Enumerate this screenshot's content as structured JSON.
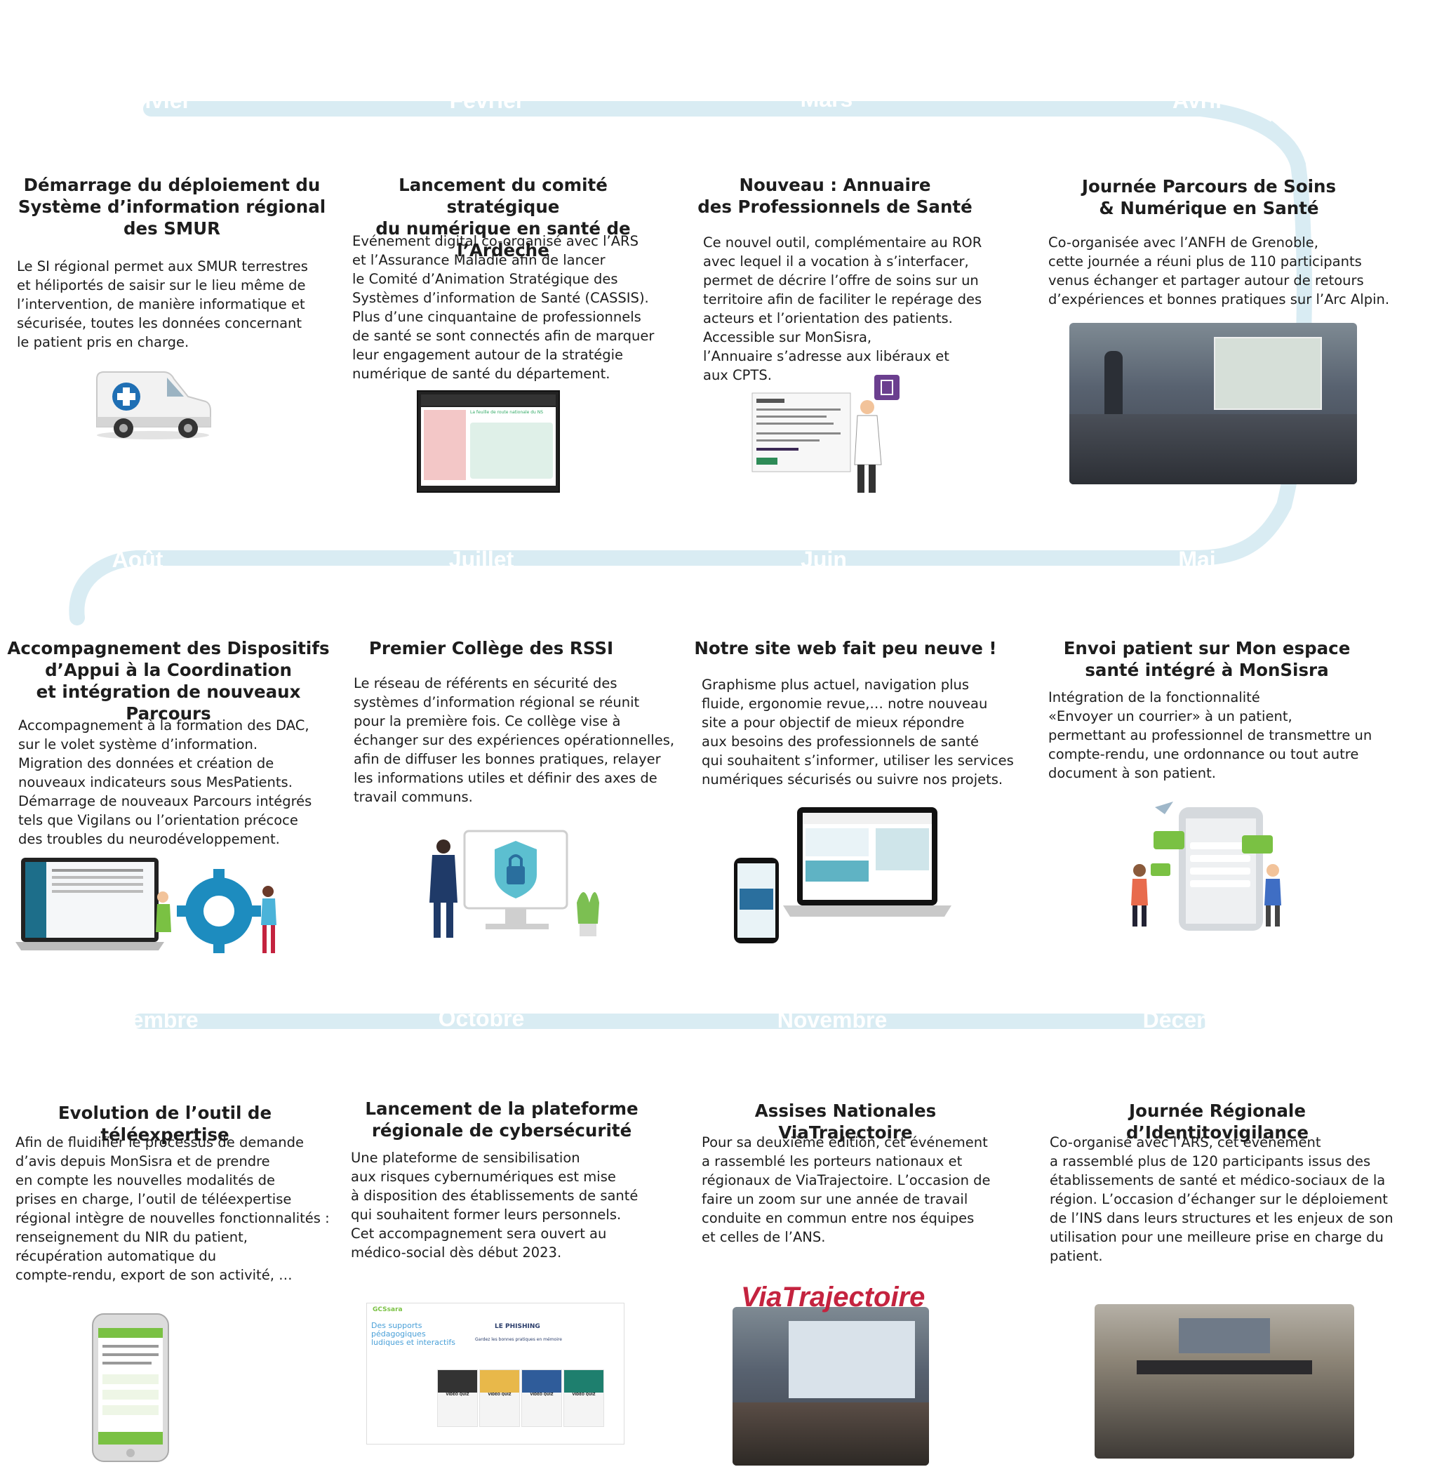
{
  "colors": {
    "green": "#95c13d",
    "teal": "#5cbfd0",
    "purple": "#3b2854",
    "blue": "#0f98c9",
    "track": "#d9ecf3"
  },
  "events": [
    {
      "month": "Janvier",
      "color": "green",
      "title": "Démarrage du déploiement du\nSystème d’information régional\ndes SMUR",
      "text": "Le SI régional permet aux SMUR terrestres\net héliportés de saisir sur le lieu même de\nl’intervention, de manière informatique et\nsécurisée, toutes les données concernant\nle patient pris en charge.",
      "icon": "ambulance-icon"
    },
    {
      "month": "Février",
      "color": "teal",
      "title": "Lancement du comité stratégique\ndu numérique en santé de l’Ardèche",
      "text": "Evénement digital co-organisé avec l’ARS\net l’Assurance Maladie afin de lancer\nle Comité d’Animation Stratégique des\nSystèmes d’information de Santé (CASSIS).\nPlus d’une cinquantaine de professionnels\nde santé se sont connectés afin de marquer\nleur engagement autour de la stratégie\nnumérique de santé du département.",
      "icon": "video-conference-screenshot-icon"
    },
    {
      "month": "Mars",
      "color": "purple",
      "title": "Nouveau : Annuaire\ndes Professionnels de Santé",
      "text": "Ce nouvel outil, complémentaire au ROR\navec lequel il a vocation à s’interfacer,\npermet de décrire l’offre de soins sur un\nterritoire afin de faciliter le repérage des\nacteurs et l’orientation des patients.\nAccessible sur MonSisra,\nl’Annuaire s’adresse aux libéraux et\naux CPTS.",
      "icon": "doctor-directory-icon"
    },
    {
      "month": "Avril",
      "color": "blue",
      "title": "Journée Parcours de Soins\n& Numérique en Santé",
      "text": "Co-organisée avec l’ANFH de Grenoble,\ncette journée a réuni plus de 110 participants\nvenus échanger et partager autour de retours\nd’expériences et bonnes pratiques sur l’Arc Alpin.",
      "icon": "conference-photo-icon"
    },
    {
      "month": "Mai",
      "color": "green",
      "title": "Envoi patient sur Mon espace\nsanté intégré à MonSisra",
      "text": "Intégration de la fonctionnalité\n«Envoyer un courrier» à un patient,\npermettant au professionnel de transmettre un\ncompte-rendu, une ordonnance ou tout autre\ndocument  à son patient.",
      "icon": "messaging-phone-icon"
    },
    {
      "month": "Juin",
      "color": "teal",
      "title": "Notre site web fait peu neuve !",
      "text": "Graphisme plus actuel, navigation plus\nfluide, ergonomie revue,… notre nouveau\nsite a pour objectif de mieux répondre\naux besoins des professionnels de santé\nqui souhaitent s’informer, utiliser les services\nnumériques sécurisés ou suivre nos projets.",
      "icon": "website-laptop-icon"
    },
    {
      "month": "Juillet",
      "color": "purple",
      "title": "Premier Collège des RSSI",
      "text": "Le réseau de référents en sécurité des\nsystèmes d’information régional se réunit\npour la première fois. Ce collège vise à\néchanger sur des expériences opérationnelles,\nafin de diffuser les bonnes pratiques, relayer\nles informations utiles et définir des axes de\ntravail communs.",
      "icon": "security-lock-icon"
    },
    {
      "month": "Août",
      "color": "blue",
      "title": "Accompagnement des Dispositifs\nd’Appui à la Coordination\net intégration de nouveaux Parcours",
      "text": "Accompagnement à la formation des DAC,\nsur le volet système d’information.\nMigration des données et création de\nnouveaux indicateurs sous MesPatients.\nDémarrage de nouveaux Parcours intégrés\ntels que Vigilans ou l’orientation précoce\ndes troubles du neurodéveloppement.",
      "icon": "laptop-gears-icon"
    },
    {
      "month": "Septembre",
      "color": "green",
      "title": "Evolution de l’outil de téléexpertise",
      "text": "Afin de fluidifier le processus de demande\nd’avis depuis MonSisra et de prendre\nen compte les nouvelles modalités de\nprises en charge, l’outil de téléexpertise\nrégional intègre de nouvelles fonctionnalités :\nrenseignement du NIR du patient,\nrécupération automatique du\ncompte-rendu, export de son activité, …",
      "icon": "smartphone-app-icon"
    },
    {
      "month": "Octobre",
      "color": "teal",
      "title": "Lancement de la plateforme\nrégionale de cybersécurité",
      "text": "Une plateforme de sensibilisation\naux risques cybernumériques est mise\nà disposition des établissements de santé\nqui souhaitent former leurs personnels.\nCet accompagnement sera ouvert au\nmédico-social dès début 2023.",
      "icon": "phishing-platform-screenshot-icon"
    },
    {
      "month": "Novembre",
      "color": "purple",
      "title": "Assises Nationales ViaTrajectoire",
      "text": "Pour sa deuxième édition, cet événement\na rassemblé les porteurs nationaux et\nrégionaux de ViaTrajectoire. L’occasion de\nfaire un zoom sur une année de travail\nconduite en commun entre nos équipes\net celles de l’ANS.",
      "icon": "viatrajectoire-photo-icon"
    },
    {
      "month": "Décembre",
      "color": "blue",
      "title": "Journée Régionale d’Identitovigilance",
      "text": "Co-organisé avec l’ARS, cet événement\na rassemblé plus de 120 participants issus des\nétablissements de santé et médico-sociaux de la\nrégion. L’occasion d’échanger sur le déploiement\nde l’INS dans leurs structures et les enjeux de son\nutilisation pour une meilleure prise en charge du patient.",
      "icon": "auditorium-photo-icon"
    }
  ],
  "screens": {
    "fevrier_heading": "La feuille de route nationale du NS",
    "octobre_heading": "Des supports pédagogiques\nludiques et interactifs",
    "octobre_title": "LE PHISHING",
    "octobre_sub": "Gardez les bonnes pratiques en mémoire",
    "octobre_card": "VIDEO QUIZ",
    "logo_gcs": "GCSsara",
    "logo_via": "ViaTrajectoire"
  }
}
